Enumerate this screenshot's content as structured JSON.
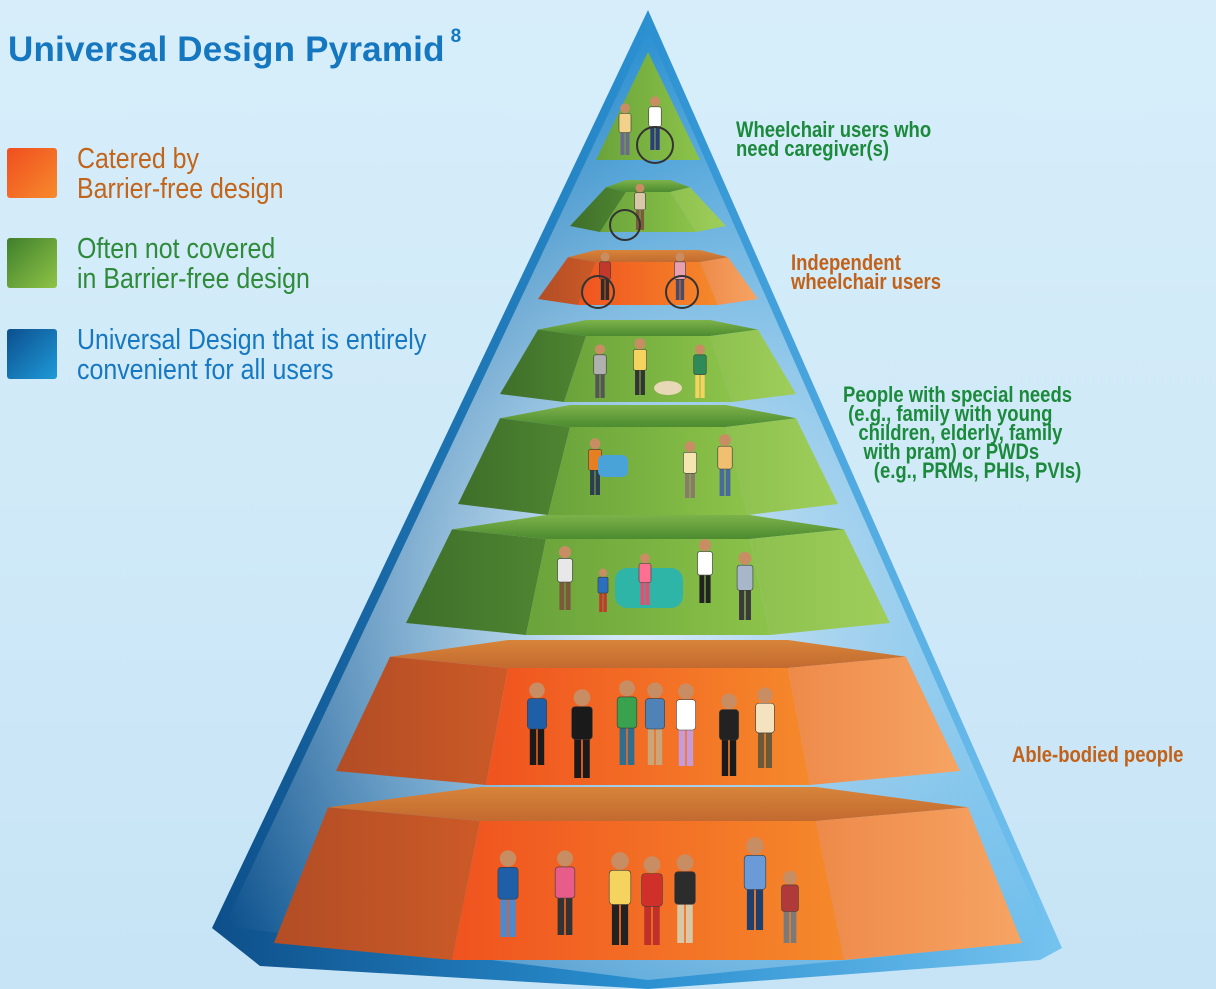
{
  "title": "Universal Design Pyramid",
  "title_superscript": "8",
  "legend": [
    {
      "label": "Catered by\nBarrier-free design",
      "color": "#f26a25"
    },
    {
      "label": "Often not covered\nin Barrier-free design",
      "color": "#6aa33a"
    },
    {
      "label": "Universal Design that is entirely\nconvenient for all users",
      "color": "#1a85c8"
    }
  ],
  "labels": {
    "wheelchair_caregiver": "Wheelchair users who\nneed caregiver(s)",
    "independent_wheelchair": "Independent\nwheelchair users",
    "special_needs": "People with special needs\n (e.g., family with young\n   children, elderly, family\n    with pram) or PWDs\n      (e.g., PRMs, PHIs, PVIs)",
    "able_bodied": "Able-bodied people"
  },
  "pyramid_tiers": [
    {
      "tier": "wheelchair users who need caregiver(s)",
      "category": "green"
    },
    {
      "tier": "wheelchair users who need caregiver(s)",
      "category": "green"
    },
    {
      "tier": "independent wheelchair users",
      "category": "orange"
    },
    {
      "tier": "people with special needs or PWDs",
      "category": "green"
    },
    {
      "tier": "people with special needs or PWDs",
      "category": "green"
    },
    {
      "tier": "people with special needs or PWDs",
      "category": "green"
    },
    {
      "tier": "able-bodied people",
      "category": "orange"
    },
    {
      "tier": "able-bodied people",
      "category": "orange"
    }
  ],
  "colors": {
    "pyramid_blue": "#1a7fc4",
    "green": "#6aa33a",
    "orange": "#f26a25",
    "title": "#1577c0"
  }
}
